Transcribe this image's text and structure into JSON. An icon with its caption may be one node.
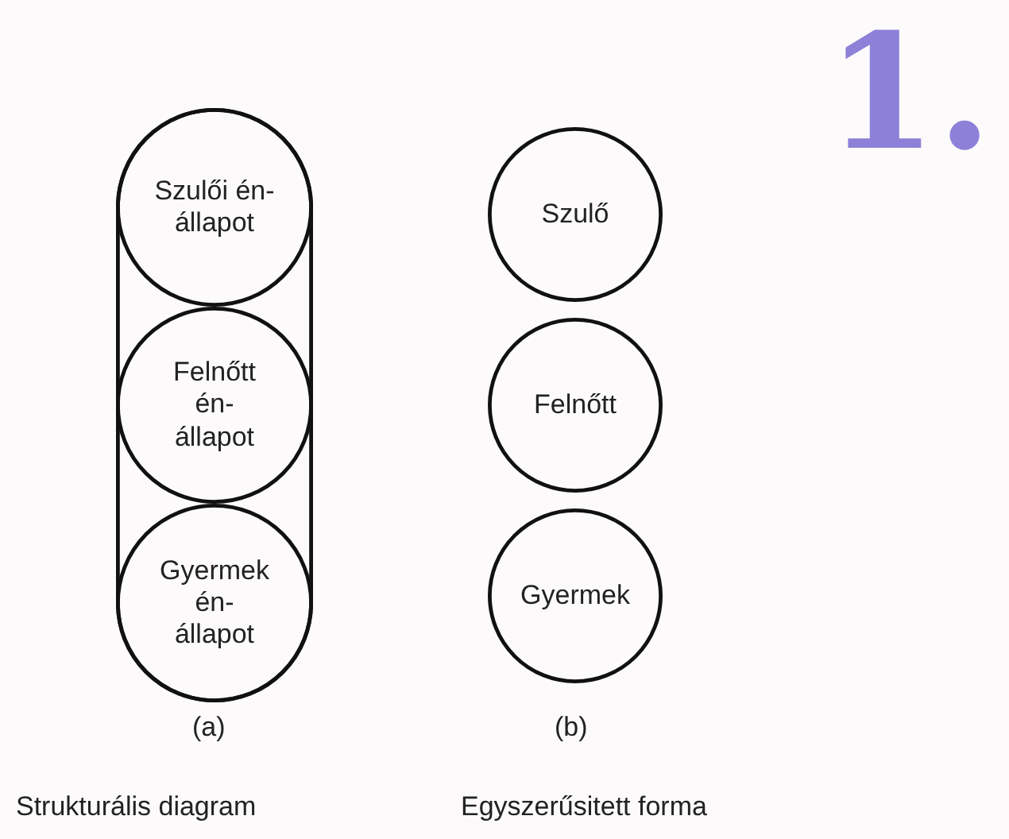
{
  "diagram": {
    "nodes": [
      {
        "text": [],
        "shape": "box"
      },
      {
        "text": [
          "Szulői én- állapot"
        ],
        "in": 0
      },
      {
        "text": [
          "Felnőtt én- állapot"
        ],
        "in": 0
      },
      {
        "text": [
          "Gyermek én- állapot"
        ],
        "in": 0
      },
      {
        "text": [
          "Szulő"
        ]
      },
      {
        "text": [
          "Felnőtt"
        ]
      },
      {
        "text": [
          "Gyermek"
        ]
      }
    ],
    "labels": [
      "1.",
      "(a)",
      "(b)",
      "Strukturális diagram",
      "Egyszerűsitett forma"
    ]
  }
}
